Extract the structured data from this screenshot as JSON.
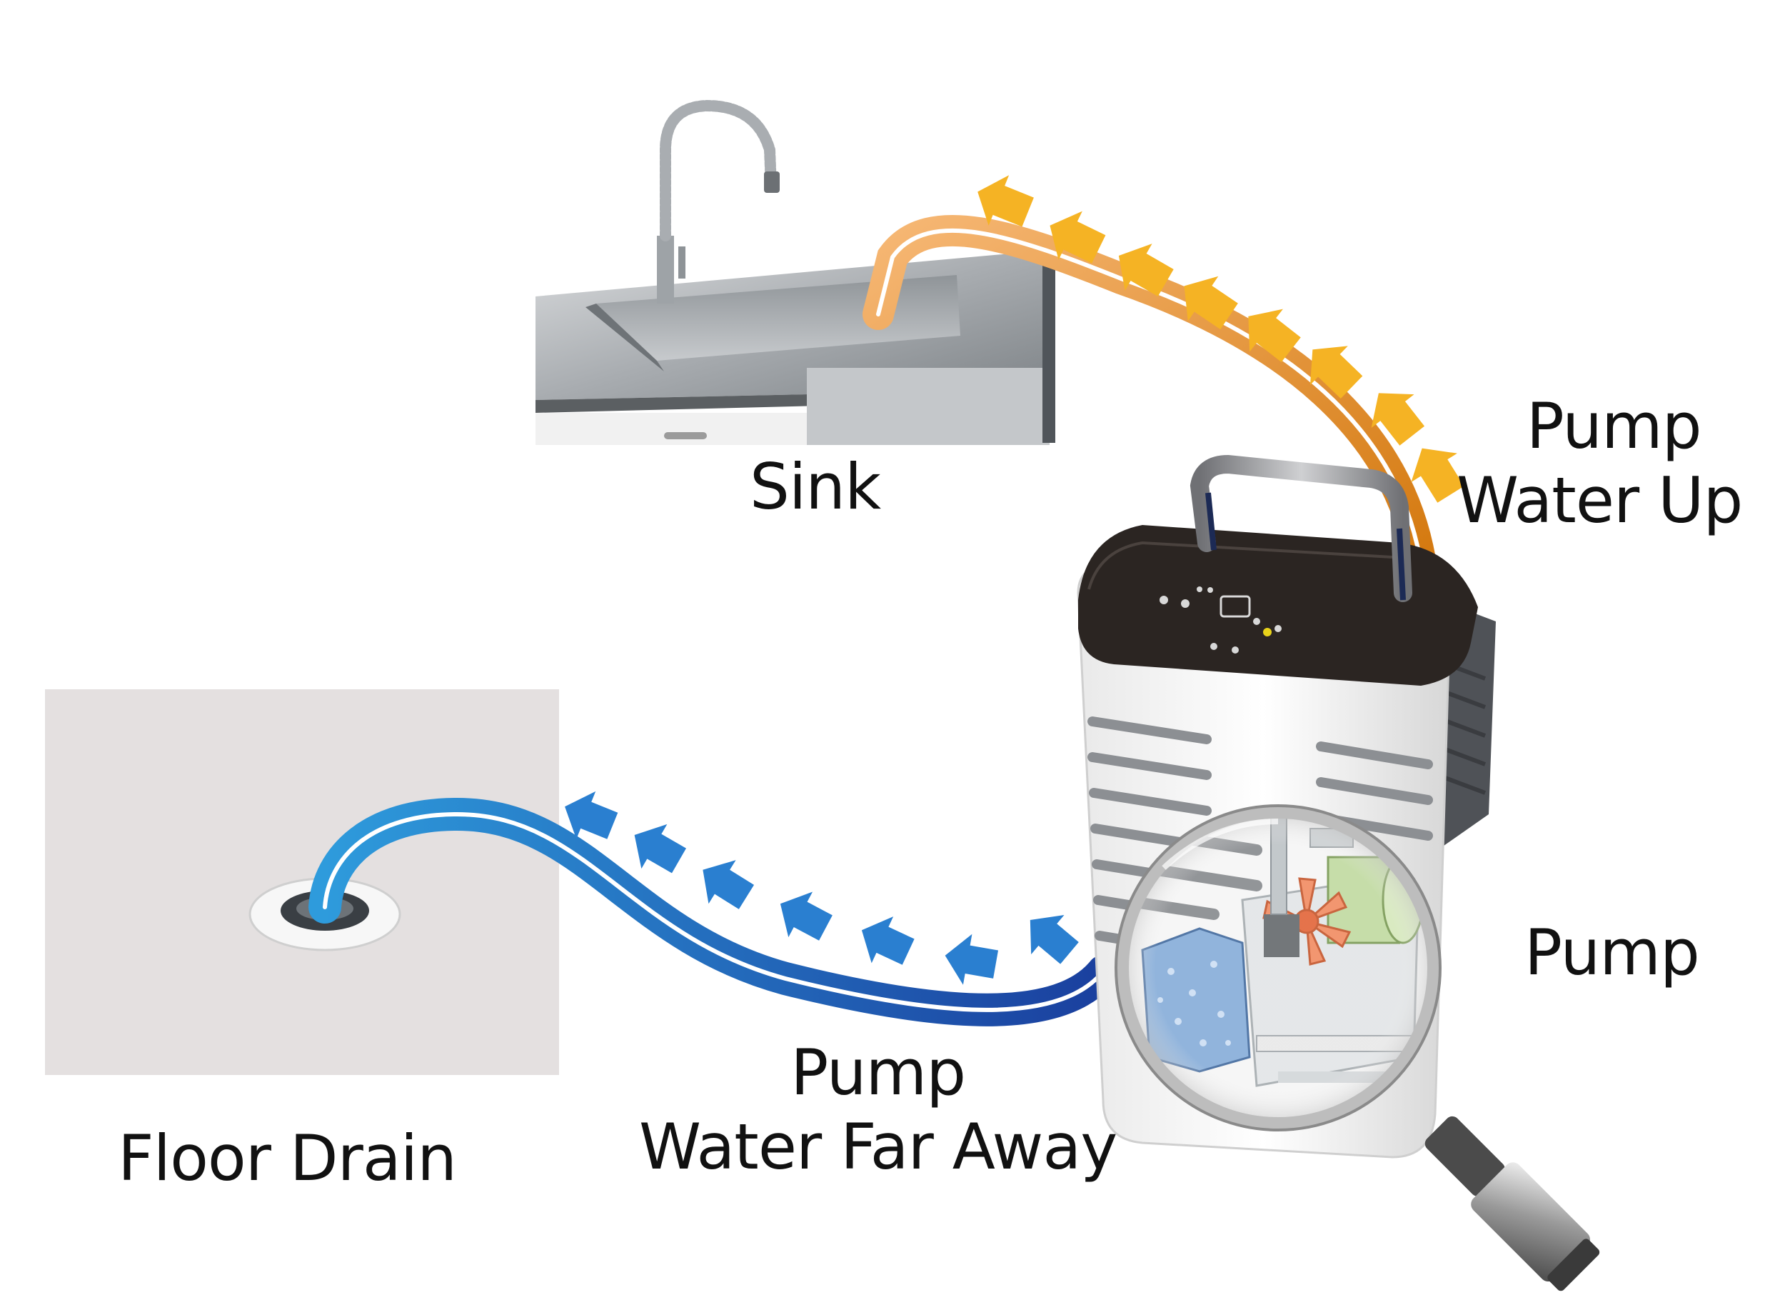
{
  "labels": {
    "sink": "Sink",
    "floor_drain": "Floor Drain",
    "pump_up_line1": "Pump",
    "pump_up_line2": "Water Up",
    "pump_far_line1": "Pump",
    "pump_far_line2": "Water Far Away",
    "pump": "Pump"
  },
  "colors": {
    "up_flow": "#e9952a",
    "up_arrows": "#f5b324",
    "far_flow": "#1f5fb8",
    "far_arrows": "#2a7fd0",
    "floor_tile": "#e4e0e0"
  }
}
